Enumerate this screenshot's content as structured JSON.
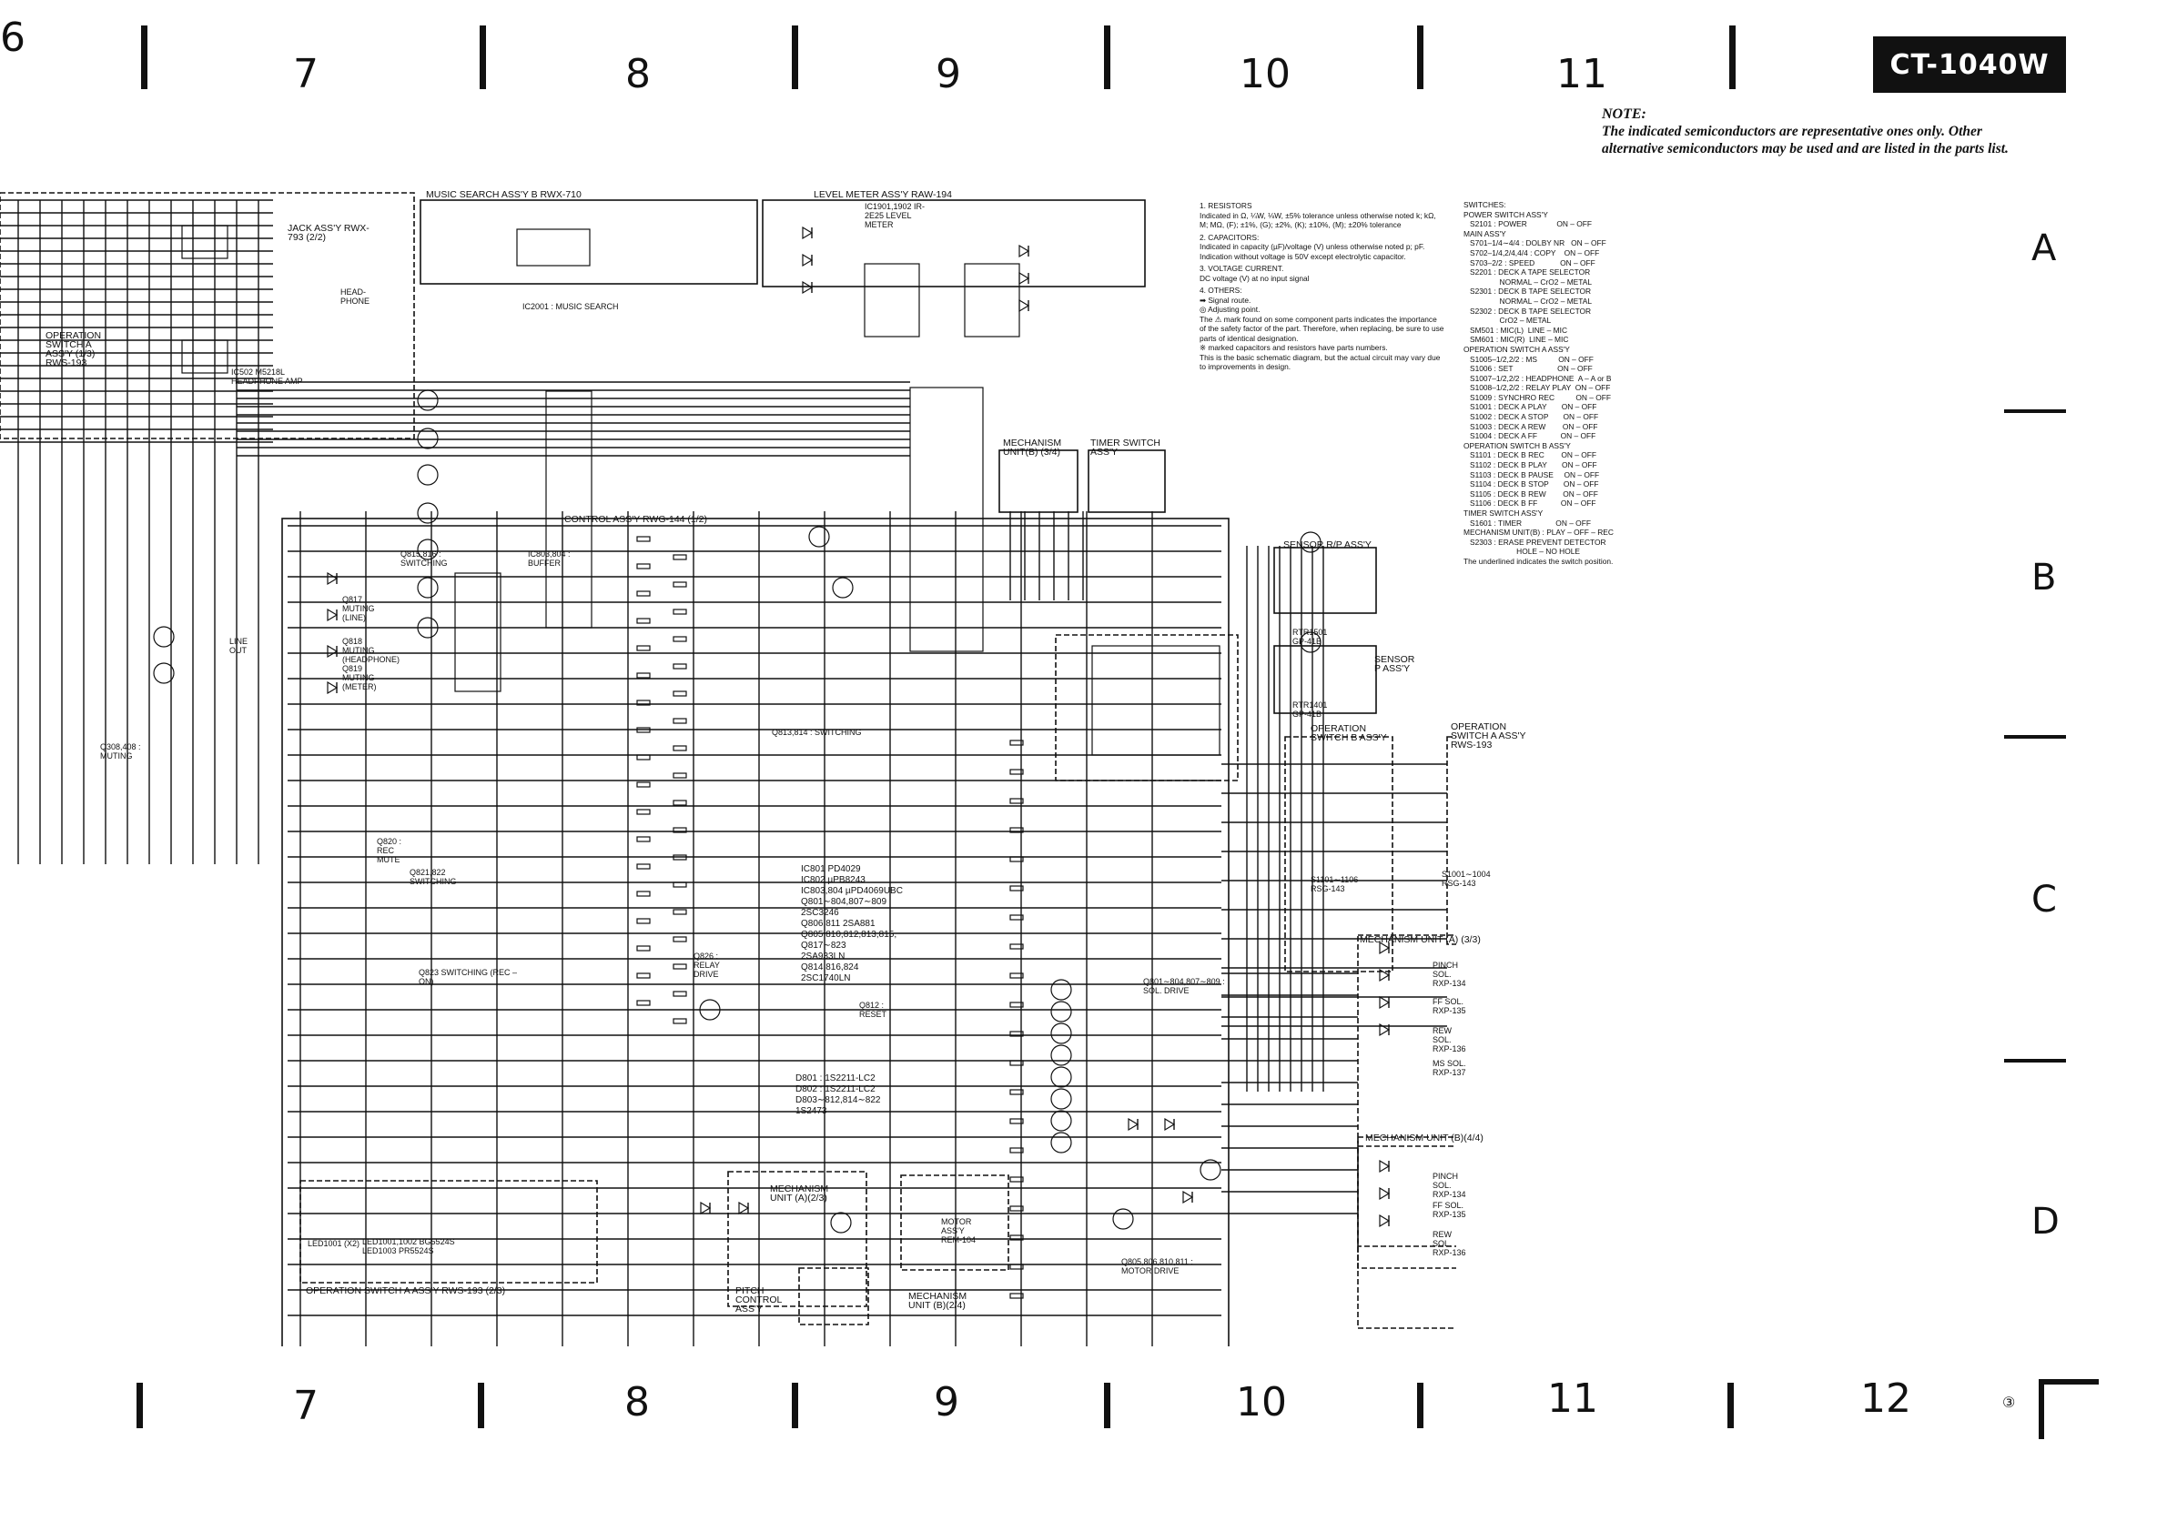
{
  "header": {
    "model": "CT-1040W",
    "columns_top": [
      "6",
      "7",
      "8",
      "9",
      "10",
      "11"
    ],
    "columns_bottom": [
      "7",
      "8",
      "9",
      "10",
      "11",
      "12"
    ],
    "rows": [
      "A",
      "B",
      "C",
      "D"
    ],
    "page_mark": "③"
  },
  "note": {
    "title": "NOTE:",
    "text": "The indicated semiconductors are representative ones only. Other alternative semiconductors may be used and are listed in the parts list."
  },
  "legend": [
    "1. RESISTORS",
    "Indicated in Ω, ¼W, ⅛W, ±5% tolerance unless otherwise noted k; kΩ, M; MΩ, (F); ±1%, (G); ±2%, (K); ±10%, (M); ±20% tolerance",
    "2. CAPACITORS:",
    "Indicated in capacity (µF)/voltage (V) unless otherwise noted p; pF. Indication without voltage is 50V except electrolytic capacitor.",
    "3. VOLTAGE CURRENT.",
    "DC voltage (V) at no input signal",
    "4. OTHERS:",
    "➡ Signal route.",
    "◎ Adjusting point.",
    "The ⚠ mark found on some component parts indicates the importance of the safety factor of the part. Therefore, when replacing, be sure to use parts of identical designation.",
    "※ marked capacitors and resistors have parts numbers.",
    "This is the basic schematic diagram, but the actual circuit may vary due to improvements in design."
  ],
  "switches": [
    "SWITCHES:",
    "POWER SWITCH ASS'Y",
    "   S2101 : POWER              ON – OFF",
    "MAIN ASS'Y",
    "   S701–1/4∼4/4 : DOLBY NR   ON – OFF",
    "   S702–1/4,2/4,4/4 : COPY    ON – OFF",
    "   S703–2/2 : SPEED            ON – OFF",
    "   S2201 : DECK A TAPE SELECTOR",
    "                 NORMAL – CrO2 – METAL",
    "   S2301 : DECK B TAPE SELECTOR",
    "                 NORMAL – CrO2 – METAL",
    "   S2302 : DECK B TAPE SELECTOR",
    "                 CrO2 – METAL",
    "   SM501 : MIC(L)  LINE – MIC",
    "   SM601 : MIC(R)  LINE – MIC",
    "OPERATION SWITCH A ASS'Y",
    "   S1005–1/2,2/2 : MS          ON – OFF",
    "   S1006 : SET                     ON – OFF",
    "   S1007–1/2,2/2 : HEADPHONE  A – A or B",
    "   S1008–1/2,2/2 : RELAY PLAY  ON – OFF",
    "   S1009 : SYNCHRO REC          ON – OFF",
    "",
    "   S1001 : DECK A PLAY       ON – OFF",
    "   S1002 : DECK A STOP       ON – OFF",
    "   S1003 : DECK A REW        ON – OFF",
    "   S1004 : DECK A FF           ON – OFF",
    "OPERATION SWITCH B ASS'Y",
    "   S1101 : DECK B REC        ON – OFF",
    "   S1102 : DECK B PLAY       ON – OFF",
    "   S1103 : DECK B PAUSE     ON – OFF",
    "   S1104 : DECK B STOP       ON – OFF",
    "   S1105 : DECK B REW        ON – OFF",
    "   S1106 : DECK B FF           ON – OFF",
    "TIMER SWITCH ASS'Y",
    "   S1601 : TIMER                ON – OFF",
    "MECHANISM UNIT(B) : PLAY – OFF – REC",
    "   S2303 : ERASE PREVENT DETECTOR",
    "                         HOLE – NO HOLE",
    "",
    "The underlined indicates the switch position."
  ],
  "blocks": {
    "jack": "JACK ASS'Y RWX-793 (2/2)",
    "music_search": "MUSIC SEARCH ASS'Y B  RWX-710",
    "level_meter": "LEVEL METER ASS'Y  RAW-194",
    "control": "CONTROL ASS'Y  RWG-144 (1/2)",
    "mech_b34": "MECHANISM UNIT(B) (3/4)",
    "timer": "TIMER SWITCH ASS'Y",
    "sensor_rp": "SENSOR R/P ASS'Y",
    "sensor_p": "SENSOR P ASS'Y",
    "op_switch_b": "OPERATION SWITCH B ASS'Y",
    "op_switch_a_r": "OPERATION SWITCH A ASS'Y RWS-193",
    "mech_a33": "MECHANISM UNIT (A) (3/3)",
    "mech_b44": "MECHANISM UNIT (B)(4/4)",
    "op_switch_a_23": "OPERATION SWITCH A ASS'Y  RWS-193  (2/3)",
    "mech_a23": "MECHANISM UNIT (A)(2/3)",
    "mech_b24": "MECHANISM UNIT (B)(2/4)",
    "pitch": "PITCH CONTROL ASS'Y",
    "op_switch_a_13": "OPERATION SWITCH A ASS'Y (1/3) RWS-193",
    "headphone_amp": "IC502  M5218L  HEADPHONE AMP",
    "headphone": "HEAD-PHONE",
    "music_search_ic": "IC2001 : MUSIC SEARCH",
    "level_meter_ic": "IC1901,1902  IR-2E25  LEVEL METER",
    "line_out": "LINE OUT",
    "muting": "Q308,408 : MUTING",
    "switching_815": "Q815,816 : SWITCHING",
    "buffer": "IC803,804 : BUFFER",
    "sw_813": "Q813,814 : SWITCHING",
    "rec_mute": "Q820 : REC MUTE",
    "sw_821": "Q821,822 SWITCHING",
    "sw_823": "Q823 SWITCHING (REC – ON)",
    "relay_drive": "Q826 : RELAY DRIVE",
    "reset": "Q812 : RESET",
    "sol_drive": "Q801∼804,807∼809 : SOL. DRIVE",
    "motor_drive": "Q805,806,810,811 : MOTOR DRIVE",
    "pinch_sol_a": "PINCH SOL. RXP-134",
    "ff_sol_a": "FF SOL. RXP-135",
    "rew_sol_a": "REW SOL. RXP-136",
    "ms_sol": "MS SOL. RXP-137",
    "pinch_sol_b": "PINCH SOL. RXP-134",
    "ff_sol_b": "FF SOL. RXP-135",
    "rew_sol_b": "REW SOL. RXP-136",
    "motor_assy": "MOTOR ASS'Y REM-104",
    "rtr1501": "RTR1501 GP-41B",
    "rtr1401": "RTR1401 GP-41B",
    "q817": "Q817 MUTING (LINE)",
    "q818": "Q818 MUTING (HEADPHONE)",
    "q819": "Q819 MUTING (METER)",
    "led_part": "LED1001,1002 BG5524S  LED1003 PR5524S",
    "op_a_part": "S1001∼1004 RSG-143",
    "op_b_part": "S1101∼1106 RSG-143",
    "ic_parts": [
      "IC801   PD4029",
      "IC802   µPB8243",
      "IC803,804  µPD4069UBC",
      "Q801∼804,807∼809",
      "             2SC3246",
      "Q806,811  2SA881",
      "Q805,810,812,813,815,",
      "Q817∼823",
      "             2SA933LN",
      "Q814,816,824",
      "             2SC1740LN"
    ],
    "diode_parts": [
      "D801 : 1S2211-LC2",
      "D802 : 1S2211-LC2",
      "D803∼812,814∼822",
      "           1S2473"
    ],
    "ic1001_note": "LED1001 (X2)"
  }
}
